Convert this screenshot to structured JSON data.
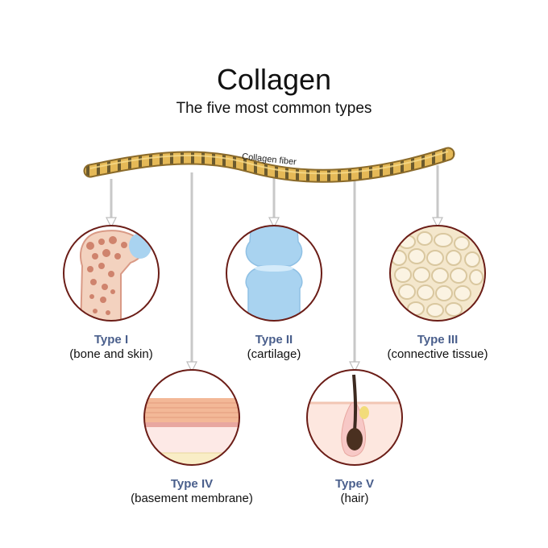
{
  "title": "Collagen",
  "subtitle": "The five most common types",
  "fiber_label": "Collagen fiber",
  "types": [
    {
      "name": "Type I",
      "desc": "(bone and skin)"
    },
    {
      "name": "Type II",
      "desc": "(cartilage)"
    },
    {
      "name": "Type III",
      "desc": "(connective tissue)"
    },
    {
      "name": "Type IV",
      "desc": "(basement membrane)"
    },
    {
      "name": "Type V",
      "desc": "(hair)"
    }
  ],
  "colors": {
    "label_blue": "#4a5f8c",
    "fiber": "#e5b957",
    "fiber_band": "#6b5a2e",
    "circle_border": "#6b1d17",
    "arrow": "#c8c8c8",
    "bone": "#efc9b2",
    "cartilage": "#a9d3f0"
  }
}
